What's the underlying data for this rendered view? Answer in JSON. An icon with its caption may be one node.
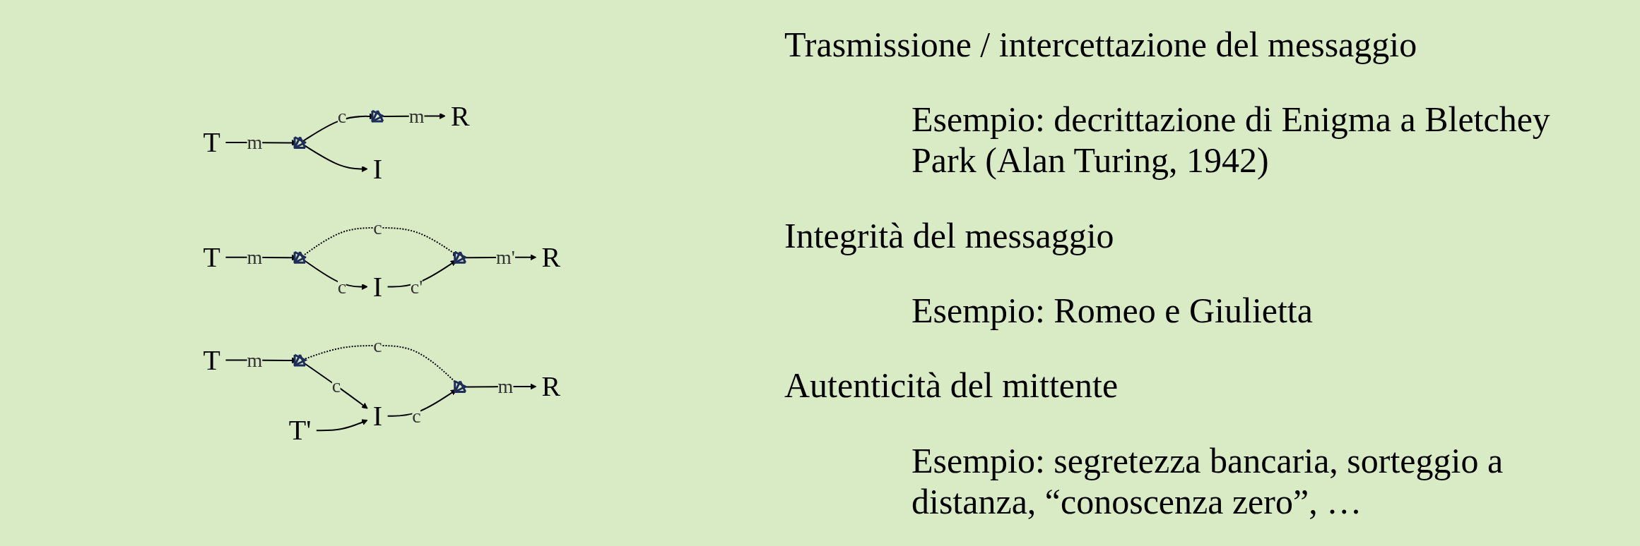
{
  "diagram": {
    "nodes": [
      {
        "text": [
          "T"
        ]
      },
      {
        "text": [],
        "shape": "triangle"
      },
      {
        "text": [],
        "shape": "triangle"
      },
      {
        "text": [
          "R"
        ]
      },
      {
        "text": [
          "I"
        ]
      },
      {
        "text": [
          "T"
        ]
      },
      {
        "text": [],
        "shape": "triangle"
      },
      {
        "text": [],
        "shape": "triangle"
      },
      {
        "text": [
          "R"
        ]
      },
      {
        "text": [
          "I"
        ]
      },
      {
        "text": [
          "T"
        ]
      },
      {
        "text": [],
        "shape": "triangle"
      },
      {
        "text": [],
        "shape": "triangle"
      },
      {
        "text": [
          "R"
        ]
      },
      {
        "text": [
          "T'"
        ]
      },
      {
        "text": [
          "I"
        ]
      }
    ],
    "edges": [
      {
        "from": 0,
        "to": 1,
        "arrow": "to",
        "label": "m"
      },
      {
        "from": 1,
        "to": 2,
        "arrow": "to",
        "label": "c"
      },
      {
        "from": 1,
        "to": 4,
        "arrow": "to"
      },
      {
        "from": 2,
        "to": 3,
        "arrow": "to",
        "label": "m"
      },
      {
        "from": 5,
        "to": 6,
        "arrow": "to",
        "label": "m"
      },
      {
        "from": 6,
        "to": 7,
        "arrow": "to",
        "label": "c",
        "style": "dashed"
      },
      {
        "from": 6,
        "to": 9,
        "arrow": "to",
        "label": "c"
      },
      {
        "from": 9,
        "to": 7,
        "arrow": "to",
        "label": "c'"
      },
      {
        "from": 7,
        "to": 8,
        "arrow": "to",
        "label": "m'"
      },
      {
        "from": 10,
        "to": 11,
        "arrow": "to",
        "label": "m"
      },
      {
        "from": 11,
        "to": 12,
        "arrow": "none",
        "label": "c",
        "style": "dashed"
      },
      {
        "from": 11,
        "to": 15,
        "arrow": "to",
        "label": "c"
      },
      {
        "from": 15,
        "to": 12,
        "arrow": "to",
        "label": "c"
      },
      {
        "from": 12,
        "to": 13,
        "arrow": "to",
        "label": "m"
      },
      {
        "from": 14,
        "to": 15,
        "arrow": "to"
      }
    ],
    "labels": [
      "Trasmissione / intercettazione del messaggio",
      "Esempio: decrittazione di Enigma a Bletchey Park (Alan Turing, 1942)",
      "Integrità del messaggio",
      "Esempio: Romeo e Giulietta",
      "Autenticità del mittente",
      "Esempio: segretezza bancaria, sorteggio a distanza, “conoscenza zero”, …"
    ]
  }
}
